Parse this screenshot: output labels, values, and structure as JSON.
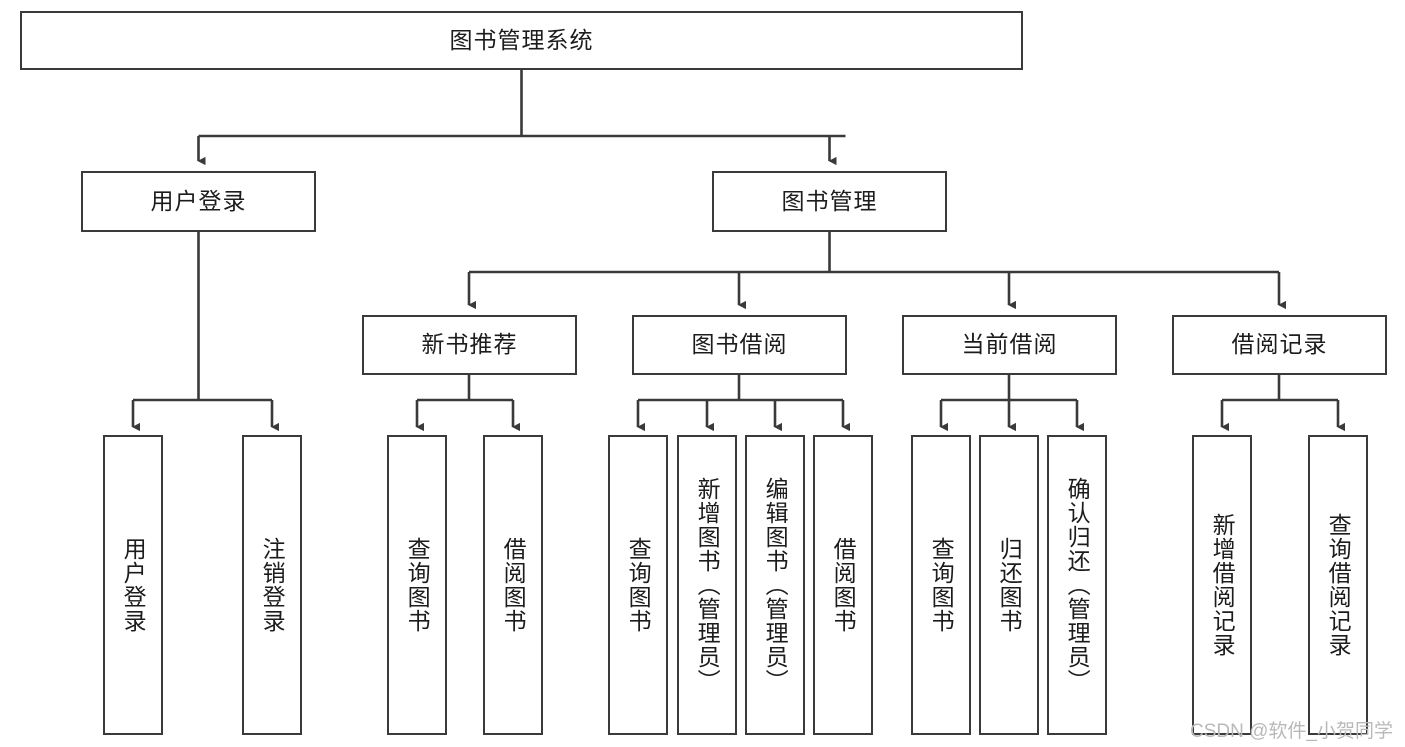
{
  "diagram": {
    "title": "图书管理系统",
    "type": "hierarchy-tree",
    "watermark": "CSDN @软件_小贺同学",
    "colors": {
      "box_border": "#3a3a3a",
      "box_fill": "#ffffff",
      "edge": "#3a3a3a",
      "text": "#1c1c1c",
      "watermark": "#b9b9b9"
    },
    "levels": {
      "root": {
        "label": "图书管理系统"
      },
      "level2": [
        {
          "label": "用户登录"
        },
        {
          "label": "图书管理"
        }
      ],
      "level3": [
        {
          "label": "新书推荐"
        },
        {
          "label": "图书借阅"
        },
        {
          "label": "当前借阅"
        },
        {
          "label": "借阅记录"
        }
      ],
      "leaves": [
        {
          "label": "用户登录",
          "parent": "用户登录",
          "orientation": "vertical"
        },
        {
          "label": "注销登录",
          "parent": "用户登录",
          "orientation": "vertical"
        },
        {
          "label": "查询图书",
          "parent": "新书推荐",
          "orientation": "vertical"
        },
        {
          "label": "借阅图书",
          "parent": "新书推荐",
          "orientation": "vertical"
        },
        {
          "label": "查询图书",
          "parent": "图书借阅",
          "orientation": "vertical"
        },
        {
          "label": "新增图书（管理员）",
          "parent": "图书借阅",
          "orientation": "vertical"
        },
        {
          "label": "编辑图书（管理员）",
          "parent": "图书借阅",
          "orientation": "vertical"
        },
        {
          "label": "借阅图书",
          "parent": "图书借阅",
          "orientation": "vertical"
        },
        {
          "label": "查询图书",
          "parent": "当前借阅",
          "orientation": "vertical"
        },
        {
          "label": "归还图书",
          "parent": "当前借阅",
          "orientation": "vertical"
        },
        {
          "label": "确认归还（管理员）",
          "parent": "当前借阅",
          "orientation": "vertical"
        },
        {
          "label": "新增借阅记录",
          "parent": "借阅记录",
          "orientation": "vertical"
        },
        {
          "label": "查询借阅记录",
          "parent": "借阅记录",
          "orientation": "vertical"
        }
      ]
    }
  }
}
